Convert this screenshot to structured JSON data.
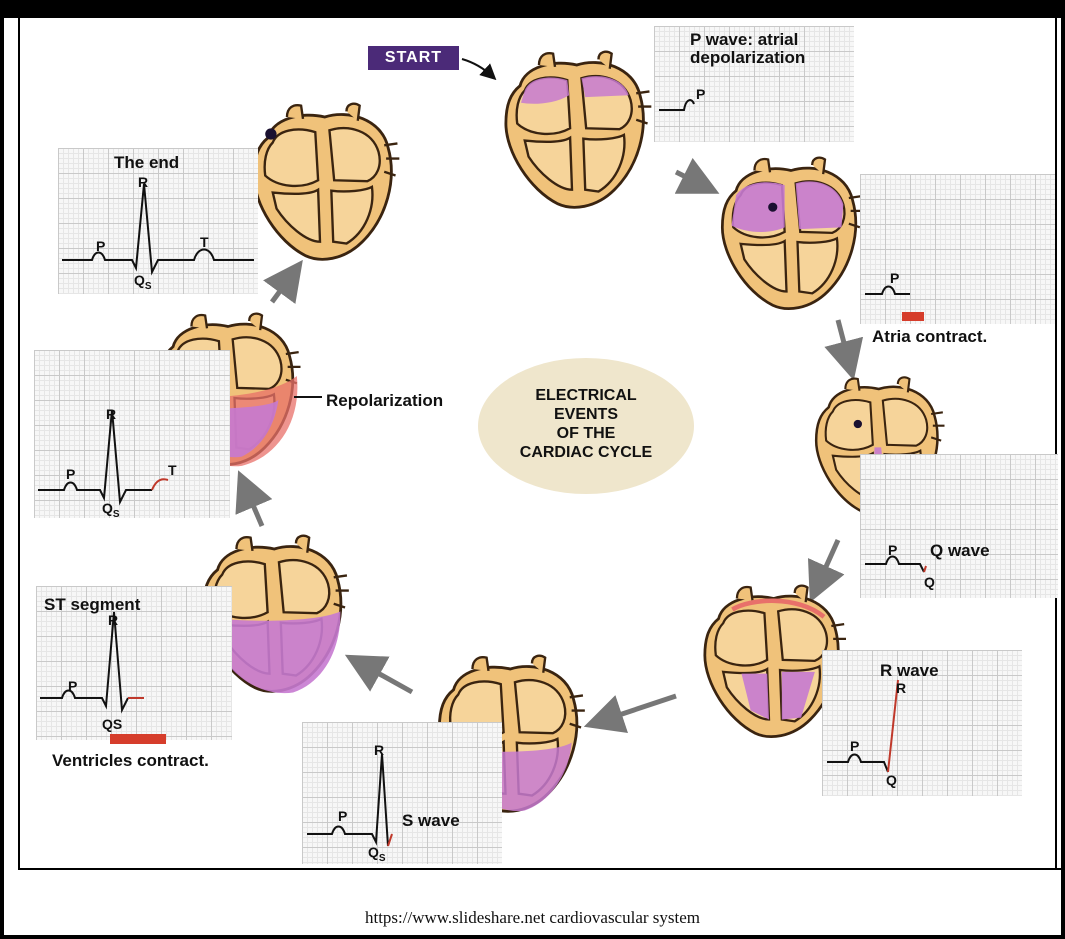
{
  "start_label": "START",
  "center": {
    "line1": "ELECTRICAL",
    "line2": "EVENTS",
    "line3": "OF THE",
    "line4": "CARDIAC CYCLE"
  },
  "stages": [
    {
      "title_line1": "P wave: atrial",
      "title_line2": "depolarization",
      "p": "P"
    },
    {
      "caption": "Atria contract.",
      "p": "P"
    },
    {
      "title": "Q wave",
      "p": "P",
      "q": "Q"
    },
    {
      "title": "R wave",
      "p": "P",
      "r": "R",
      "q": "Q"
    },
    {
      "title": "S wave",
      "p": "P",
      "r": "R",
      "qs": "Q",
      "qs_sub": "S"
    },
    {
      "title": "ST segment",
      "caption": "Ventricles contract.",
      "p": "P",
      "r": "R",
      "qs": "QS"
    },
    {
      "title": "Repolarization",
      "p": "P",
      "r": "R",
      "t": "T",
      "qs": "Q",
      "qs_sub": "S"
    },
    {
      "title": "The end",
      "p": "P",
      "r": "R",
      "t": "T",
      "qs": "Q",
      "qs_sub": "S"
    }
  ],
  "colors": {
    "frame": "#000000",
    "start_bg": "#4b2a78",
    "center_bg": "#efe6cc",
    "heart_muscle": "#f0c27a",
    "heart_outline": "#3a2410",
    "depolarized": "#c77ad0",
    "repolarized": "#e8706a",
    "contraction_bar": "#d63d2b",
    "arrow": "#777777"
  },
  "source": "https://www.slideshare.net cardiovascular system"
}
